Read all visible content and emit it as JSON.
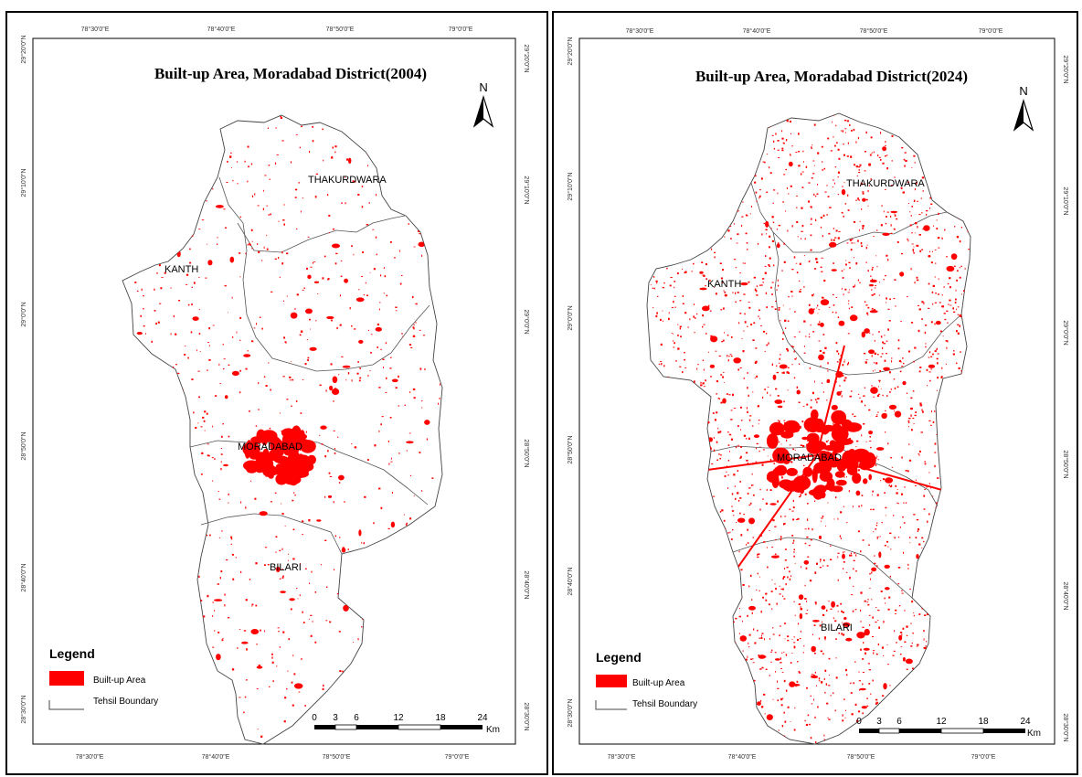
{
  "colors": {
    "builtup": "#ff0000",
    "boundary": "#444444",
    "frame": "#000000"
  },
  "maps": [
    {
      "title": "Built-up Area, Moradabad District(2004)",
      "year": 2004,
      "density": 0.35,
      "top_ticks": [
        "78°30'0\"E",
        "78°40'0\"E",
        "78°50'0\"E",
        "79°0'0\"E"
      ],
      "bottom_ticks": [
        "78°30'0\"E",
        "78°40'0\"E",
        "78°50'0\"E",
        "79°0'0\"E"
      ],
      "side_ticks": [
        "29°20'0\"N",
        "29°10'0\"N",
        "29°0'0\"N",
        "28°50'0\"N",
        "28°40'0\"N",
        "28°30'0\"N"
      ],
      "places": {
        "thakurdwara": "THAKURDWARA",
        "kanth": "KANTH",
        "moradabad": "MORADABAD",
        "bilari": "BILARI"
      },
      "legend": {
        "title": "Legend",
        "builtup": "Built-up Area",
        "boundary": "Tehsil Boundary"
      },
      "scale": {
        "labels": [
          "0",
          "3",
          "6",
          "12",
          "18",
          "24"
        ],
        "unit": "Km"
      },
      "north": "N"
    },
    {
      "title": "Built-up Area, Moradabad District(2024)",
      "year": 2024,
      "density": 1.0,
      "top_ticks": [
        "78°30'0\"E",
        "78°40'0\"E",
        "78°50'0\"E",
        "79°0'0\"E"
      ],
      "bottom_ticks": [
        "78°30'0\"E",
        "78°40'0\"E",
        "78°50'0\"E",
        "79°0'0\"E"
      ],
      "side_ticks": [
        "29°20'0\"N",
        "29°10'0\"N",
        "29°0'0\"N",
        "28°50'0\"N",
        "28°40'0\"N",
        "28°30'0\"N"
      ],
      "places": {
        "thakurdwara": "THAKURDWARA",
        "kanth": "KANTH",
        "moradabad": "MORADABAD",
        "bilari": "BILARI"
      },
      "legend": {
        "title": "Legend",
        "builtup": "Built-up Area",
        "boundary": "Tehsil Boundary"
      },
      "scale": {
        "labels": [
          "0",
          "3",
          "6",
          "12",
          "18",
          "24"
        ],
        "unit": "Km"
      },
      "north": "N"
    }
  ]
}
